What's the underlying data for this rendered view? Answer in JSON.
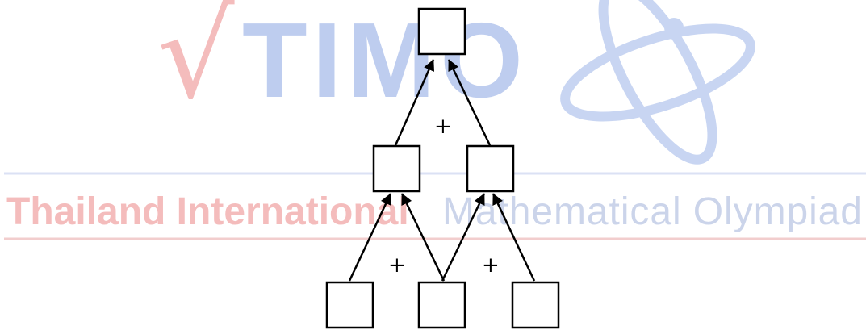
{
  "watermark": {
    "logo_check": "√",
    "logo_word": "TIMO",
    "sub_bold": "Thailand International",
    "sub_light": "Mathematical Olympiad",
    "colors": {
      "red": "#f4b7b7",
      "blue": "#b9c9ee",
      "line": "#f1c9c9"
    }
  },
  "diagram": {
    "plus_label": "+",
    "rows": [
      {
        "name": "top",
        "box_count": 1
      },
      {
        "name": "middle",
        "box_count": 2
      },
      {
        "name": "bottom",
        "box_count": 3
      }
    ],
    "colors": {
      "stroke": "#000000",
      "fill": "#ffffff"
    }
  }
}
